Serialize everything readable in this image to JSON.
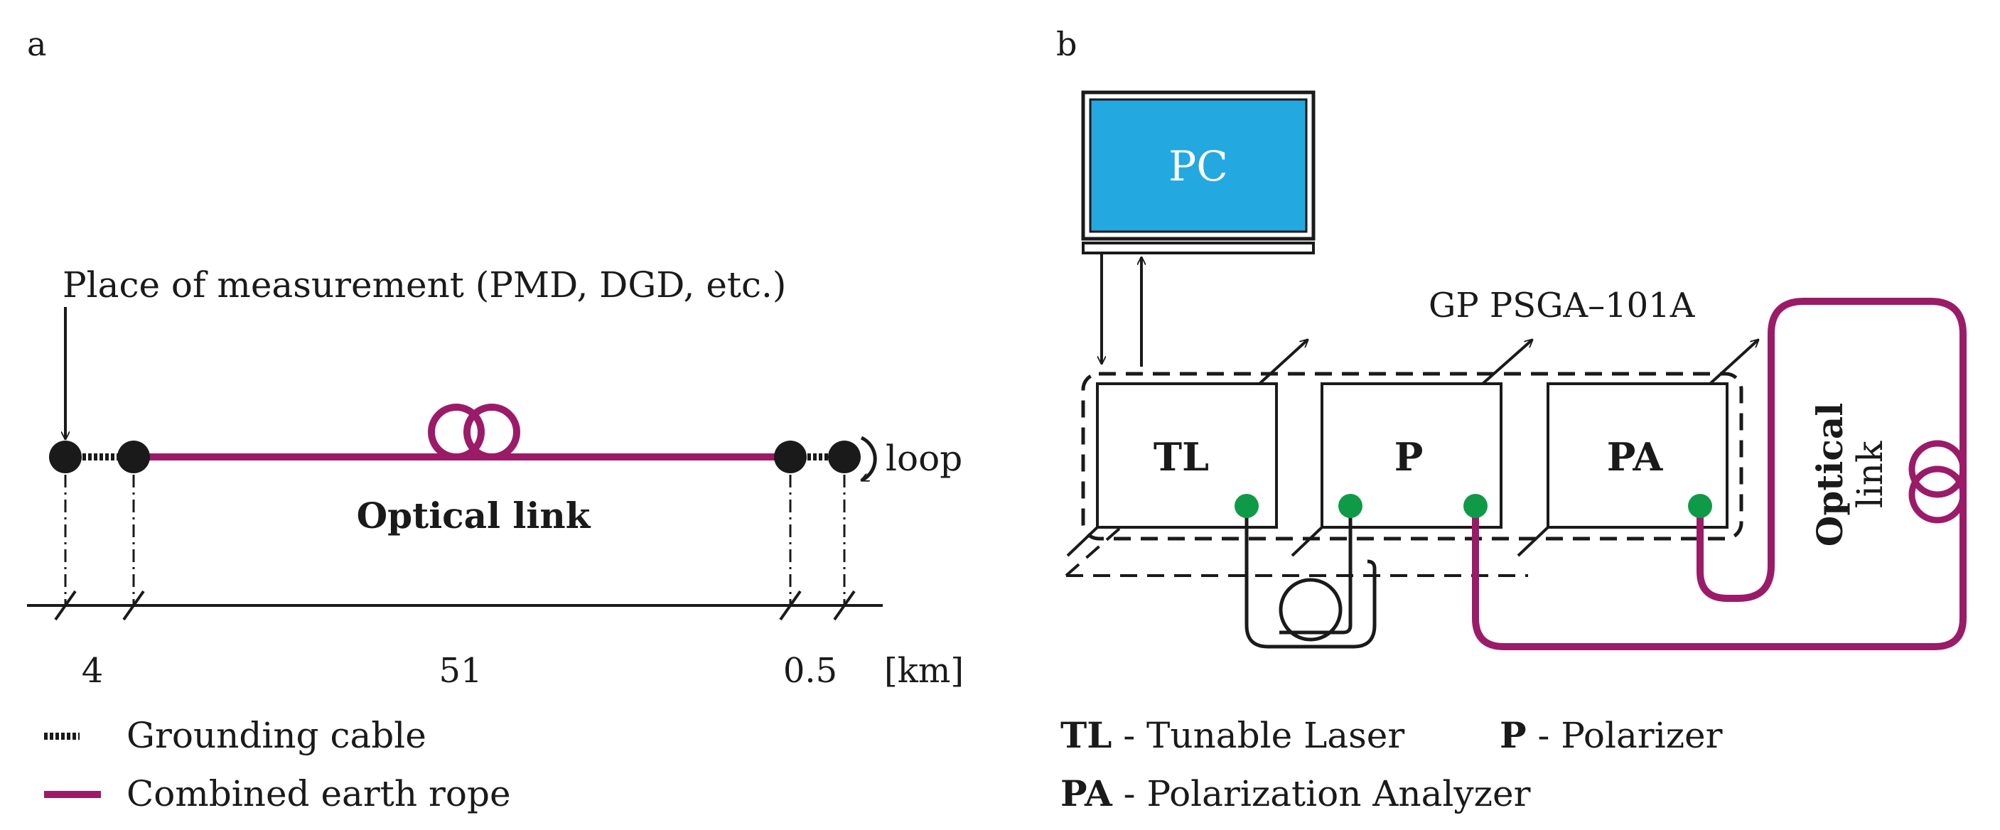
{
  "panel_a": {
    "label": "a",
    "measurement_label": "Place of measurement (PMD, DGD, etc.)",
    "link_label": "Optical link",
    "loop_label": "loop",
    "distances": [
      "4",
      "51",
      "0.5"
    ],
    "unit": "[km]",
    "legend": {
      "grounding": "Grounding cable",
      "earth_rope": "Combined earth rope"
    }
  },
  "panel_b": {
    "label": "b",
    "pc_label": "PC",
    "device_label": "GP PSGA–101A",
    "modules": [
      "TL",
      "P",
      "PA"
    ],
    "optical_link_line1": "Optical",
    "optical_link_line2": "link",
    "legend": {
      "tl_abbr": "TL",
      "tl_text": " - Tunable Laser",
      "p_abbr": "P",
      "p_text": " - Polarizer",
      "pa_abbr": "PA",
      "pa_text": " - Polarization Analyzer"
    }
  },
  "colors": {
    "fiber": "#9b1b68",
    "connector": "#0f9a48",
    "screen": "#23a8e0",
    "node": "#1a1a1a"
  }
}
